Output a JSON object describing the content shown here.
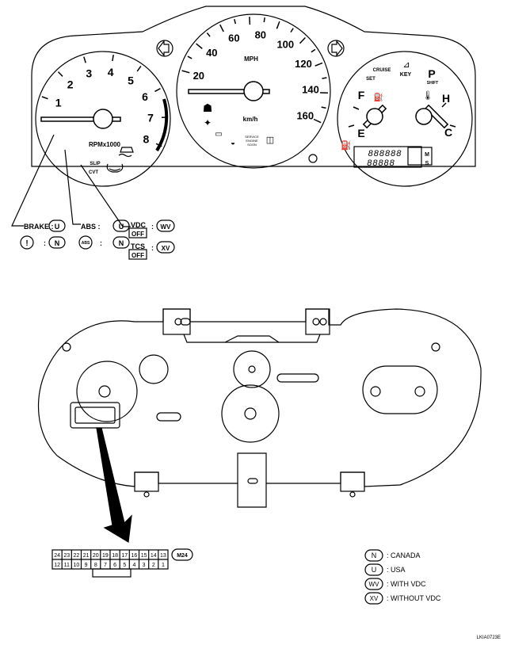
{
  "tach": {
    "ticks": [
      "1",
      "2",
      "3",
      "4",
      "5",
      "6",
      "7",
      "8"
    ],
    "unit": "RPMx1000",
    "slip": "SLIP",
    "cvt": "CVT"
  },
  "speedo": {
    "ticks": [
      "20",
      "40",
      "60",
      "80",
      "100",
      "120",
      "140",
      "160"
    ],
    "unit_mph": "MPH",
    "unit_kmh": "km/h",
    "service_line1": "SERVICE",
    "service_line2": "ENGINE",
    "service_line3": "SOON"
  },
  "gauges": {
    "cruise": "CRUISE",
    "set": "SET",
    "key": "KEY",
    "park": "P",
    "shift": "SHIFT",
    "fuel_full": "F",
    "fuel_empty": "E",
    "temp_hot": "H",
    "temp_cold": "C",
    "odo_digits": "888888",
    "trip_digits": "88888",
    "m": "M",
    "s": "S"
  },
  "callouts": {
    "brake_label": "BRAKE :",
    "brake_code1": "U",
    "brake_code2": "N",
    "brake_sep": ":",
    "abs_label": "ABS :",
    "abs_code1": "U",
    "abs_icon": "ABS",
    "abs_code2": "N",
    "abs_sep": ":",
    "vdc_label": "VDC",
    "vdc_off": "OFF",
    "vdc_code": "WV",
    "vdc_sep": ":",
    "tcs_label": "TCS",
    "tcs_off": "OFF",
    "tcs_code": "XV",
    "tcs_sep": ":"
  },
  "connector": {
    "top_row": [
      "24",
      "23",
      "22",
      "21",
      "20",
      "19",
      "18",
      "17",
      "16",
      "15",
      "14",
      "13"
    ],
    "bottom_row": [
      "12",
      "11",
      "10",
      "9",
      "8",
      "7",
      "6",
      "5",
      "4",
      "3",
      "2",
      "1"
    ],
    "id": "M24"
  },
  "legend": [
    {
      "code": "N",
      "text": ": CANADA"
    },
    {
      "code": "U",
      "text": ": USA"
    },
    {
      "code": "WV",
      "text": ": WITH VDC"
    },
    {
      "code": "XV",
      "text": ": WITHOUT VDC"
    }
  ],
  "figure_id": "LKIA0723E"
}
